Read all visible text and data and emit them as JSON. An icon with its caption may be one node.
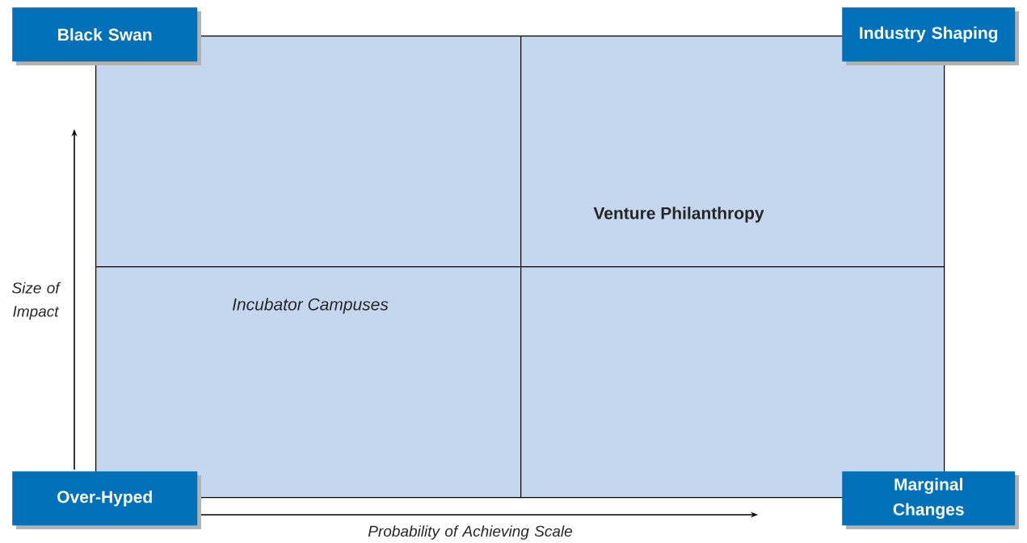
{
  "diagram": {
    "nodes": [
      {
        "text": [
          "Black Swan"
        ]
      },
      {
        "text": [
          "Industry Shaping"
        ]
      },
      {
        "text": [],
        "shape": "box"
      },
      {
        "text": [
          "Venture Philanthropy"
        ]
      },
      {
        "text": [
          "Incubator Campuses"
        ]
      },
      {
        "text": [],
        "shape": "box"
      },
      {
        "text": [
          "Over-Hyped"
        ]
      },
      {
        "text": [
          "Marginal Changes"
        ]
      }
    ],
    "labels": [
      "Size of Impact",
      "Probability of Achieving Scale"
    ]
  }
}
